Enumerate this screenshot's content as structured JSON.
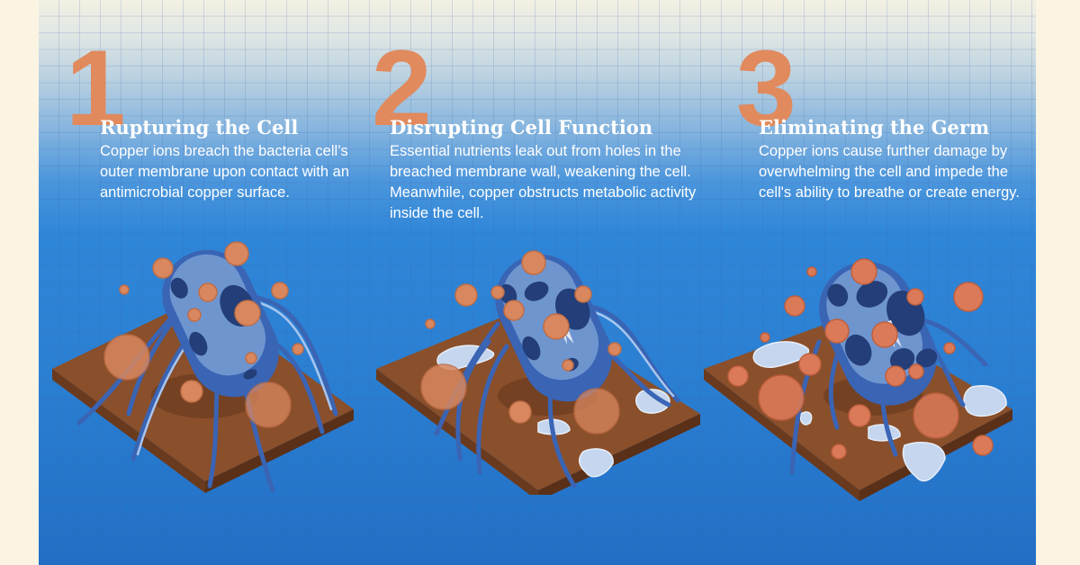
{
  "colors": {
    "background": "#fbf4e3",
    "panel_top": "#f3f0e3",
    "panel_bottom": "#226fc6",
    "number": "#e08a5e",
    "text": "#ffffff",
    "copper_plate": "#8a4f2b",
    "copper_plate_edge": "#6a3a1e",
    "bacteria_body": "#6f95cf",
    "bacteria_outline": "#3a64b4",
    "copper_ion": "#d8875e",
    "fluid": "#c5d6ee"
  },
  "steps": [
    {
      "number": "1",
      "title": "Rupturing the Cell",
      "description": "Copper ions breach the bacteria cell’s outer membrane upon contact with an antimicrobial copper surface.",
      "illustration": "bacteria-on-copper-surface-icon"
    },
    {
      "number": "2",
      "title": "Disrupting Cell Function",
      "description": "Essential nutrients leak out from holes in the breached membrane wall, weakening the cell. Meanwhile, copper obstructs metabolic activity inside the cell.",
      "illustration": "leaking-bacteria-icon"
    },
    {
      "number": "3",
      "title": "Eliminating the Germ",
      "description": "Copper ions cause further damage by overwhelming the cell and impede the cell's ability to breathe or create energy.",
      "illustration": "destroyed-bacteria-icon"
    }
  ]
}
